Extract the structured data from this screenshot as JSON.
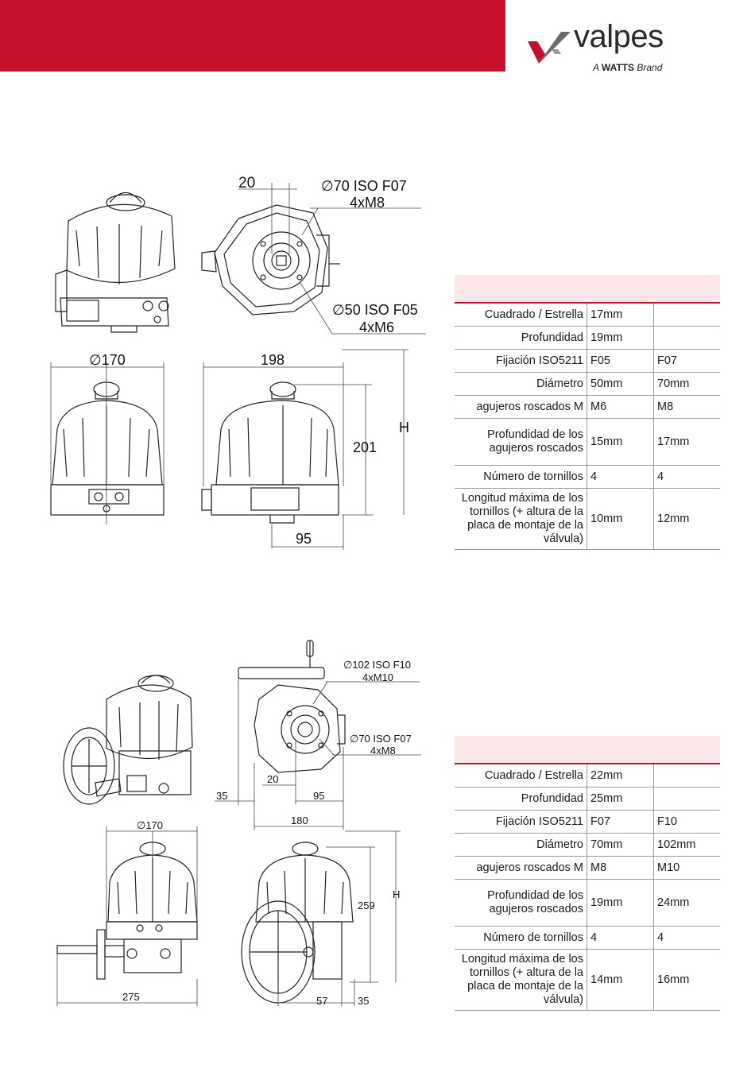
{
  "brand": {
    "name": "valpes",
    "tagline_prefix": "A",
    "tagline_brand": "WATTS",
    "tagline_suffix": "Brand",
    "accent": "#c8102e"
  },
  "drawing1": {
    "dims": {
      "d20": "20",
      "iso_f07": "∅70 ISO F07",
      "m8": "4xM8",
      "iso_f05": "∅50 ISO F05",
      "m6": "4xM6",
      "d170": "∅170",
      "d198": "198",
      "d201": "201",
      "dH": "H",
      "d95": "95"
    }
  },
  "drawing2": {
    "dims": {
      "iso_f10": "∅102 ISO F10",
      "m10": "4xM10",
      "iso_f07": "∅70 ISO F07",
      "m8": "4xM8",
      "d35a": "35",
      "d20": "20",
      "d95": "95",
      "d180": "180",
      "d170": "∅170",
      "d259": "259",
      "dH": "H",
      "d275": "275",
      "d57": "57",
      "d35b": "35"
    }
  },
  "table1": {
    "rows": [
      {
        "label": "Cuadrado / Estrella",
        "v1": "17mm",
        "v2": ""
      },
      {
        "label": "Profundidad",
        "v1": "19mm",
        "v2": ""
      },
      {
        "label": "Fijación ISO5211",
        "v1": "F05",
        "v2": "F07"
      },
      {
        "label": "Diámetro",
        "v1": "50mm",
        "v2": "70mm"
      },
      {
        "label": "agujeros roscados M",
        "v1": "M6",
        "v2": "M8"
      },
      {
        "label": "Profundidad de los agujeros roscados",
        "v1": "15mm",
        "v2": "17mm"
      },
      {
        "label": "Número de tornillos",
        "v1": "4",
        "v2": "4"
      },
      {
        "label": "Longitud máxima de los tornillos (+ altura de la placa de montaje de la válvula)",
        "v1": "10mm",
        "v2": "12mm"
      }
    ]
  },
  "table2": {
    "rows": [
      {
        "label": "Cuadrado / Estrella",
        "v1": "22mm",
        "v2": ""
      },
      {
        "label": "Profundidad",
        "v1": "25mm",
        "v2": ""
      },
      {
        "label": "Fijación ISO5211",
        "v1": "F07",
        "v2": "F10"
      },
      {
        "label": "Diámetro",
        "v1": "70mm",
        "v2": "102mm"
      },
      {
        "label": "agujeros roscados M",
        "v1": "M8",
        "v2": "M10"
      },
      {
        "label": "Profundidad de los agujeros roscados",
        "v1": "19mm",
        "v2": "24mm"
      },
      {
        "label": "Número de tornillos",
        "v1": "4",
        "v2": "4"
      },
      {
        "label": "Longitud máxima de los tornillos (+ altura de la placa de montaje de la válvula)",
        "v1": "14mm",
        "v2": "16mm"
      }
    ]
  }
}
